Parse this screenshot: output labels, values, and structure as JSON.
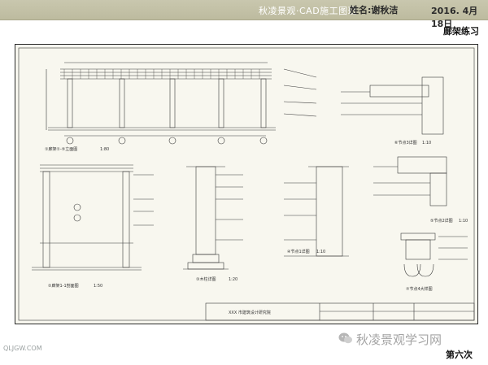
{
  "header": {
    "title": "秋凌景观·CAD施工图班",
    "name": "姓名:谢秋洁",
    "date": "2016. 4月18日"
  },
  "subtitle": "廊架练习",
  "drawings": {
    "elevation_label": "①廊架①-⑤立面图",
    "elevation_scale": "1:80",
    "section_label": "②廊架1-1剖面图",
    "section_scale": "1:50",
    "column_label": "③木柱详图",
    "column_scale": "1:20",
    "node1_label": "④节点1详图",
    "node1_scale": "1:10",
    "node2_label": "⑤节点2详图",
    "node2_scale": "1:10",
    "node3_label": "⑥节点3详图",
    "node3_scale": "1:10",
    "detail_label": "⑦节点4大样图"
  },
  "title_block": {
    "institute": "XXX 市建筑设计研究院"
  },
  "footer": {
    "watermark": "QLJGW.COM",
    "brand": "秋凌景观学习网",
    "page": "第六次"
  },
  "colors": {
    "topbar": "#c9c7ae",
    "sheet": "#f8f7ef",
    "line": "#3a3a3a"
  }
}
